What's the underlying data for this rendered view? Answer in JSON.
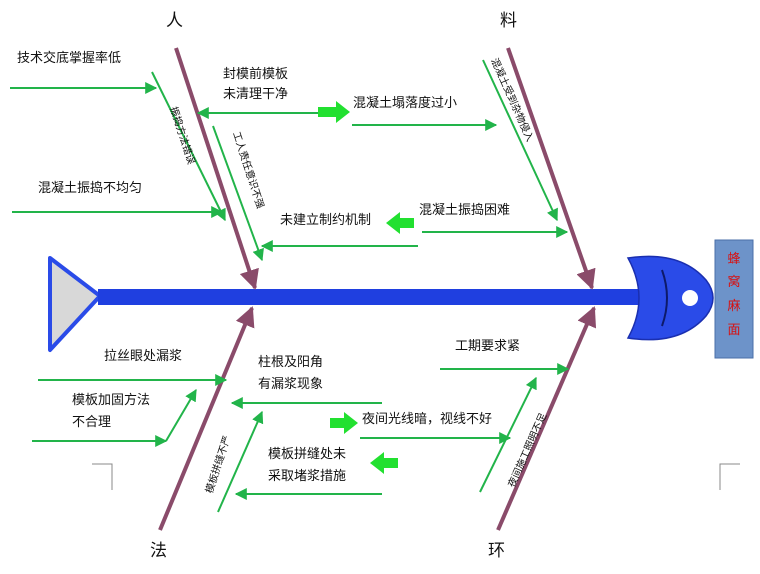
{
  "categories": {
    "person": "人",
    "material": "料",
    "method": "法",
    "environment": "环"
  },
  "effect": {
    "chars": [
      "蜂",
      "窝",
      "麻",
      "面"
    ]
  },
  "causes": {
    "tech_briefing": "技术交底掌握率低",
    "vibration_uneven": "混凝土振捣不均匀",
    "unclean_line1": "封模前模板",
    "unclean_line2": "未清理干净",
    "fall_height": "混凝土塌落度过小",
    "no_mechanism": "未建立制约机制",
    "vibration_difficult": "混凝土振捣困难",
    "vib_method": "振捣方法错误",
    "worker_resp": "工人责任意识不强",
    "material_intrusion": "混凝土受到杂物侵入",
    "tie_wire": "拉丝眼处漏浆",
    "fix_line1": "模板加固方法",
    "fix_line2": "不合理",
    "column_line1": "柱根及阳角",
    "column_line2": "有漏浆现象",
    "schedule": "工期要求紧",
    "night_light": "夜间光线暗，视线不好",
    "seam_line1": "模板拼缝处未",
    "seam_line2": "采取堵浆措施",
    "seam_tight": "模板拼缝不严",
    "lighting": "夜间施工照明不足"
  },
  "colors": {
    "spine": "#1f3fe0",
    "bone": "#8a4b6a",
    "arrow": "#22b44a",
    "head": "#2a4be8",
    "effect_box": "#6d93c9",
    "effect_text": "#d81010",
    "tail": "#d8d8d8"
  }
}
